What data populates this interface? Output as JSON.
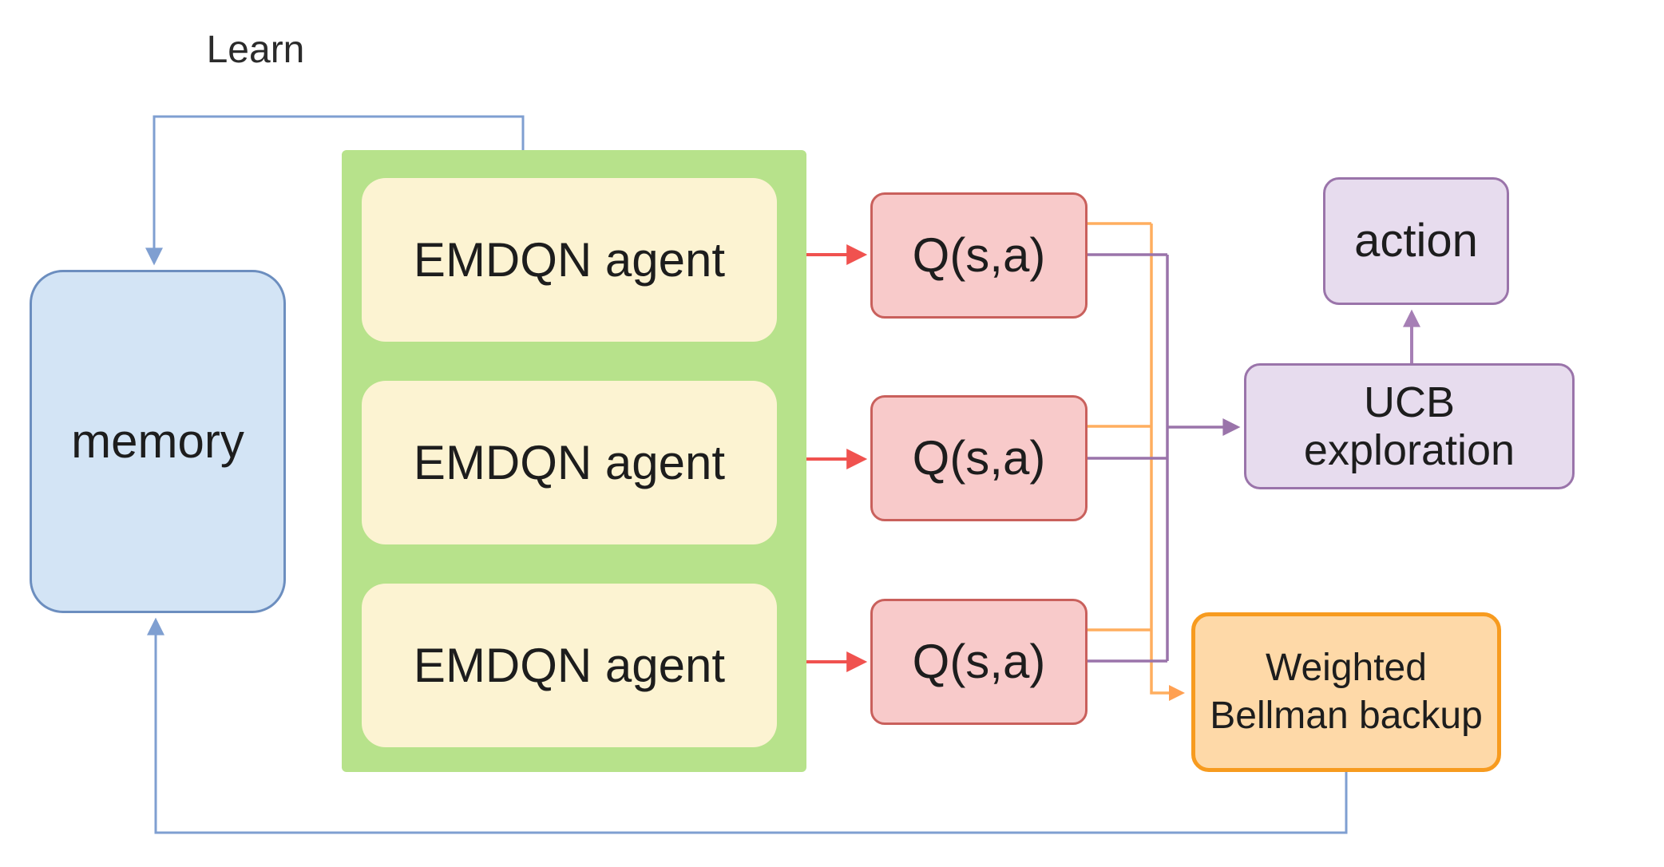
{
  "diagram": {
    "learn_label": "Learn",
    "nodes": {
      "memory": {
        "label": "memory"
      },
      "agents": [
        {
          "label": "EMDQN agent"
        },
        {
          "label": "EMDQN agent"
        },
        {
          "label": "EMDQN agent"
        }
      ],
      "q_values": [
        {
          "label": "Q(s,a)"
        },
        {
          "label": "Q(s,a)"
        },
        {
          "label": "Q(s,a)"
        }
      ],
      "action": {
        "label": "action"
      },
      "ucb": {
        "lines": [
          "UCB",
          "exploration"
        ]
      },
      "weighted_bellman": {
        "lines": [
          "Weighted",
          "Bellman backup"
        ]
      }
    },
    "colors": {
      "memory_fill": "#d3e4f5",
      "memory_border": "#6c8ebf",
      "ensemble_fill": "#b7e28b",
      "agent_fill": "#fcf3d2",
      "q_fill": "#f8caca",
      "q_border": "#c9605c",
      "purple_fill": "#e7dcee",
      "purple_border": "#9a74aa",
      "wbb_fill": "#fed9a8",
      "wbb_border": "#f79b1f",
      "edge_blue": "#7f9fd1",
      "edge_red": "#f0524f",
      "edge_orange": "#ffae5f",
      "edge_purple": "#9a74aa",
      "edge_purple_light": "#a67fb5"
    }
  }
}
